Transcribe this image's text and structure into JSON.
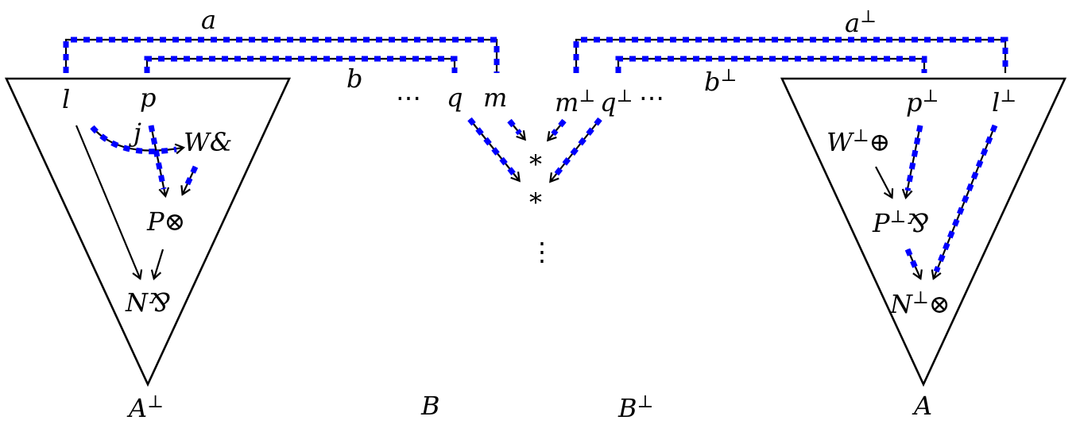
{
  "colors": {
    "ink": "#000000",
    "dash": "#0000ff",
    "background": "#ffffff"
  },
  "labels": {
    "a": "a",
    "a_perp": "a",
    "b": "b",
    "b_perp": "b",
    "l": "l",
    "p": "p",
    "j": "j",
    "W_with": "W&",
    "P_tensor": "P⊗",
    "N_par": "N⅋",
    "A_perp": "A",
    "dots_left": "⋯",
    "q": "q",
    "m": "m",
    "m_perp": "m",
    "q_perp": "q",
    "dots_right": "⋯",
    "star1": "*",
    "star2": "*",
    "vdots": "⋮",
    "B": "B",
    "B_perp": "B",
    "p_perp": "p",
    "l_perp": "l",
    "W_perp": "W",
    "oplus": "⊕",
    "P_perp": "P",
    "par": "⅋",
    "N_perp": "N",
    "otimes": "⊗",
    "A": "A",
    "perp": "⊥"
  }
}
